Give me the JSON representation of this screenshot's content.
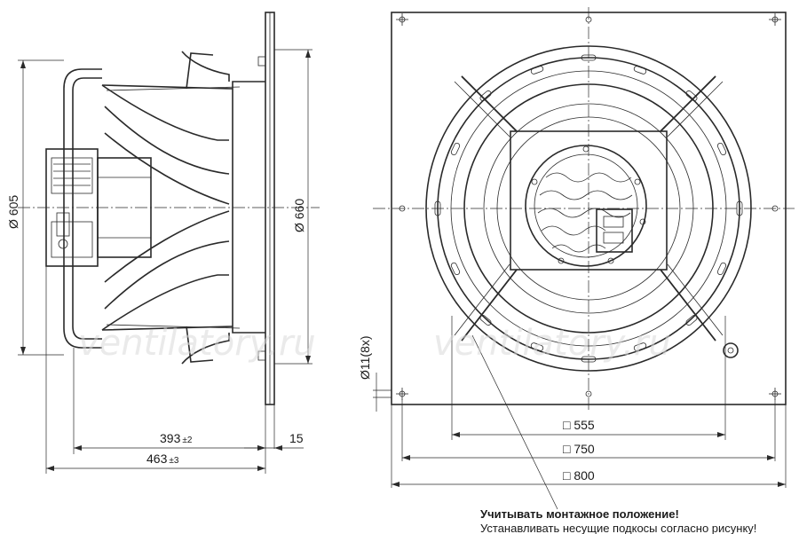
{
  "side_view": {
    "dim_inlet_diameter": "Ø 605",
    "dim_plate_diameter": "Ø 660",
    "dim_depth_main": "393",
    "dim_depth_main_tol": "±2",
    "dim_plate_thickness": "15",
    "dim_depth_total": "463",
    "dim_depth_total_tol": "±3"
  },
  "front_view": {
    "dim_hole": "Ø11(8x)",
    "dim_inner": "□ 555",
    "dim_middle": "□ 750",
    "dim_outer": "□ 800"
  },
  "watermark": "ventilatory.ru",
  "note": {
    "title": "Учитывать монтажное положение!",
    "body": "Устанавливать несущие подкосы согласно рисунку!"
  }
}
